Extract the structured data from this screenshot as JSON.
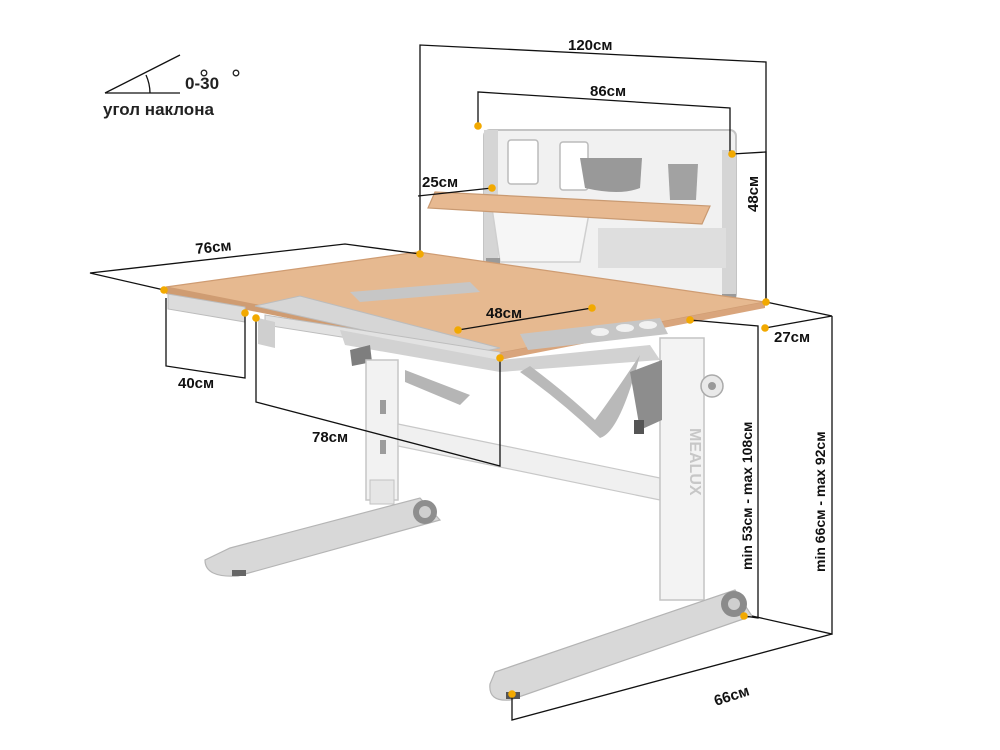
{
  "tilt": {
    "angle_text": "0-30",
    "label": "угол наклона"
  },
  "dimensions": {
    "width_total": "120см",
    "shelf_width": "86см",
    "shelf_depth": "25см",
    "panel_height": "48см",
    "desk_depth": "76см",
    "drawer_width": "40см",
    "inner_depth": "48см",
    "top_width": "78см",
    "side_depth": "27см",
    "height_range_top": "min 53см - max 108см",
    "height_range_front": "min 66см - max 92см",
    "base_depth": "66см"
  },
  "brand": "MEALUX",
  "colors": {
    "wood": "#e6b990",
    "wood_edge": "#cf9c72",
    "frame": "#eeeeee",
    "frame_gray": "#c8c8c8",
    "dark_gray": "#8f8f8f",
    "line": "#111111",
    "point": "#f2a900"
  }
}
